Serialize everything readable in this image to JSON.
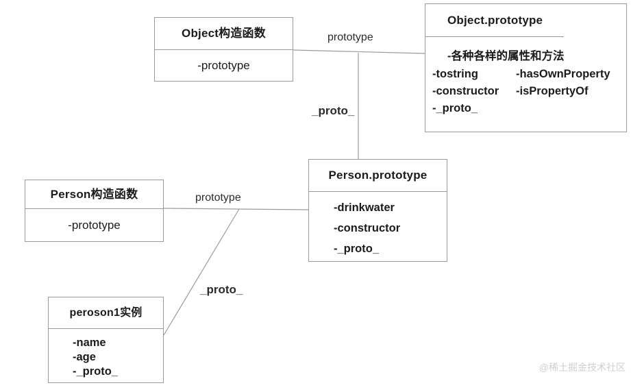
{
  "diagram": {
    "title": "JavaScript prototype chain diagram",
    "line_color": "#9a9a9a",
    "text_color": "#1b1b1b",
    "watermark": "@稀土掘金技术社区",
    "watermark_color": "#cfcfcf"
  },
  "boxes": {
    "object_ctor": {
      "title": "Object构造函数",
      "attrs": [
        "-prototype"
      ]
    },
    "object_proto": {
      "title": "Object.prototype",
      "head_attr": "-各种各样的属性和方法",
      "rows": [
        {
          "left": "-tostring",
          "right": "-hasOwnProperty"
        },
        {
          "left": "-constructor",
          "right": "-isPropertyOf"
        }
      ],
      "last_attr": "-_proto_"
    },
    "person_ctor": {
      "title": "Person构造函数",
      "attrs": [
        "-prototype"
      ]
    },
    "person_proto": {
      "title": "Person.prototype",
      "attrs": [
        "-drinkwater",
        "-constructor",
        "-_proto_"
      ]
    },
    "person1": {
      "title": "peroson1实例",
      "attrs": [
        "-name",
        "-age",
        "-_proto_"
      ]
    }
  },
  "edges": {
    "object_ctor_to_object_proto": "prototype",
    "person_proto_to_object_proto": "_proto_",
    "person_ctor_to_person_proto": "prototype",
    "person1_to_person_proto": "_proto_"
  }
}
